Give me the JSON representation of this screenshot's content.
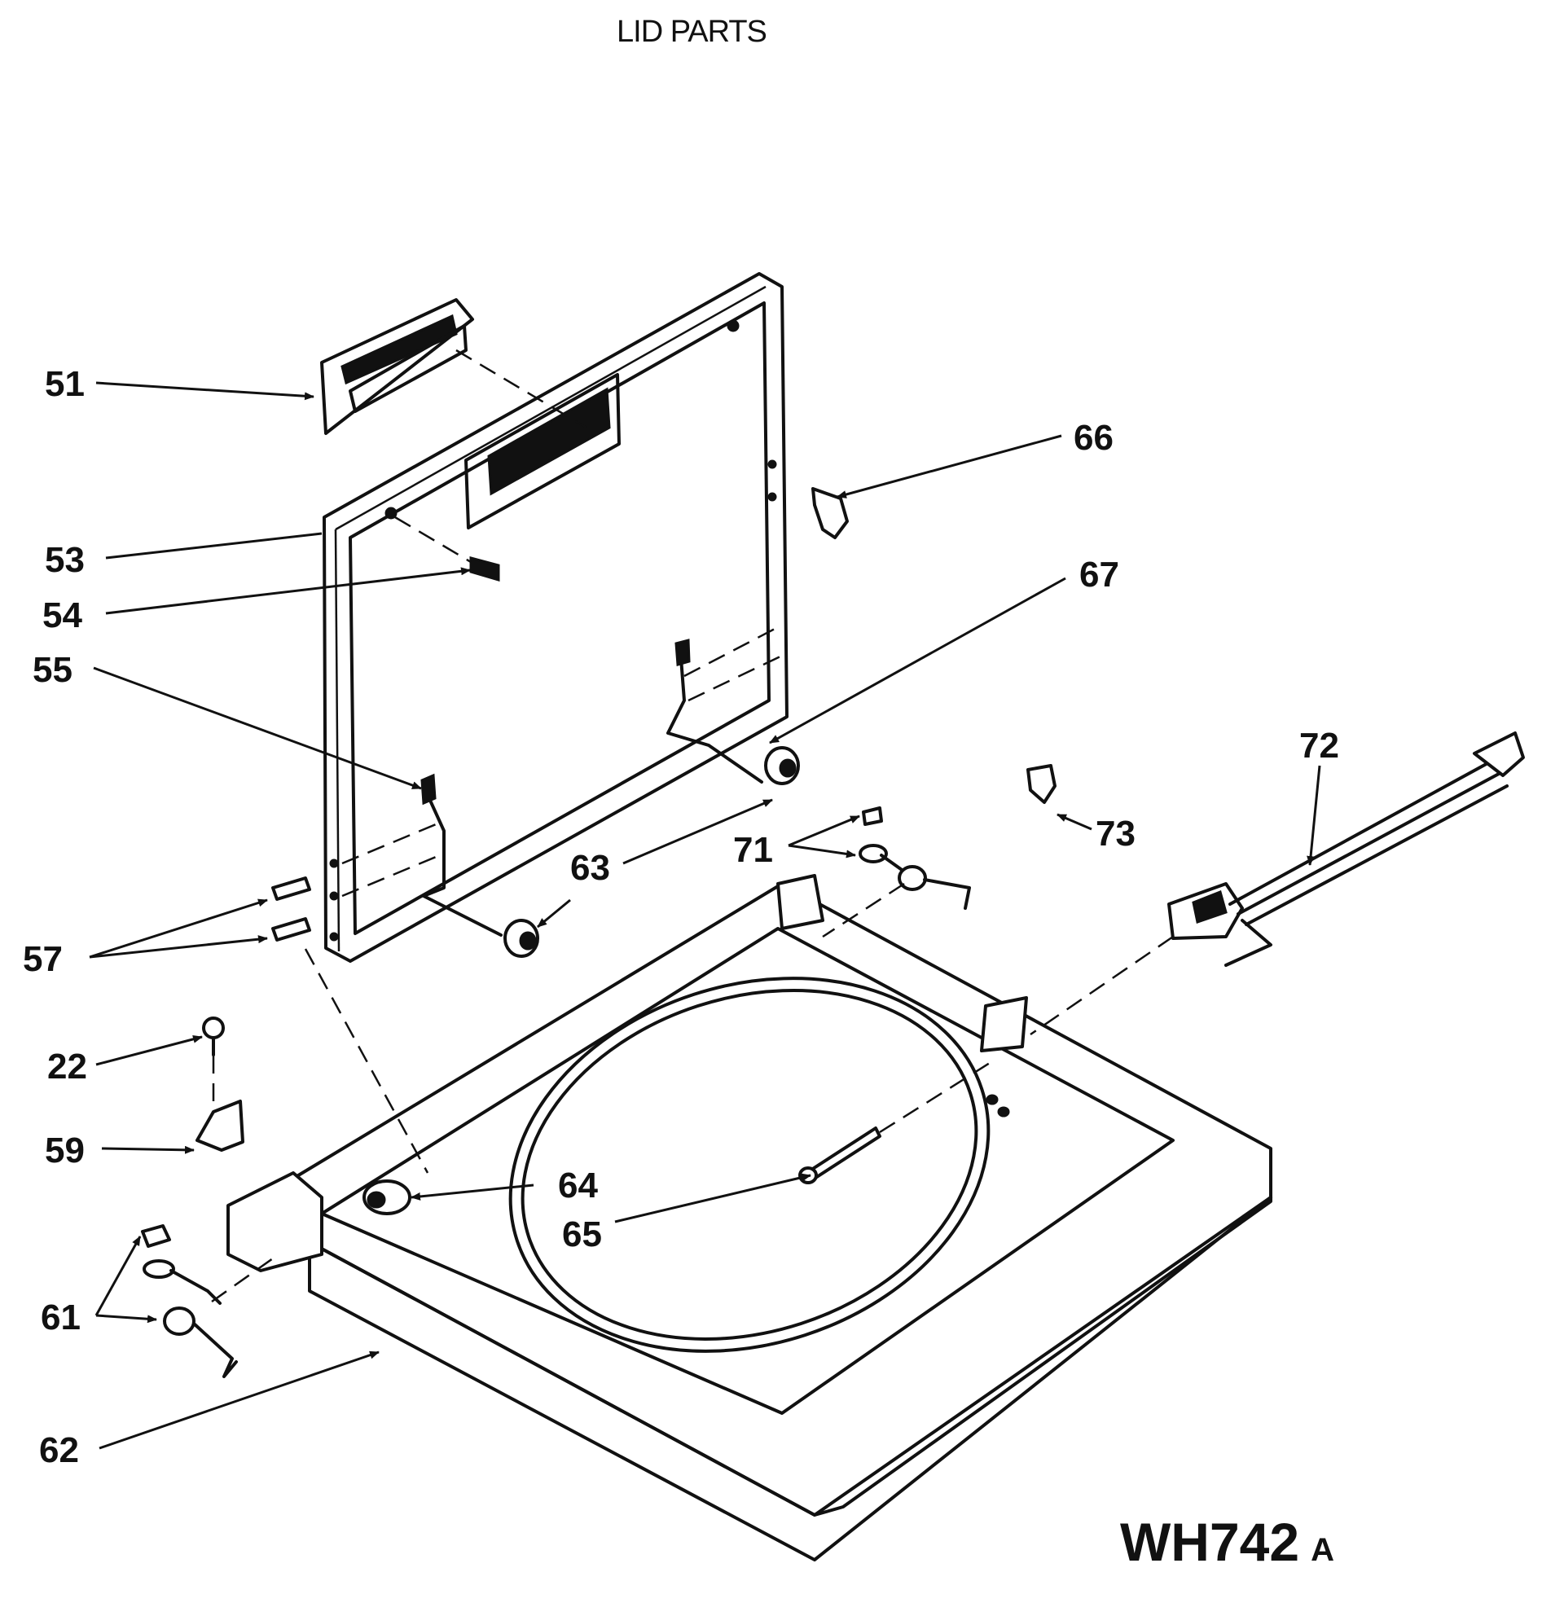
{
  "title": "LID PARTS",
  "diagram_code": "WH742",
  "diagram_revision": "A",
  "callouts": {
    "c51": "51",
    "c53": "53",
    "c54": "54",
    "c55": "55",
    "c57": "57",
    "c22": "22",
    "c59": "59",
    "c61": "61",
    "c62": "62",
    "c63": "63",
    "c64": "64",
    "c65": "65",
    "c66": "66",
    "c67": "67",
    "c71": "71",
    "c72": "72",
    "c73": "73"
  }
}
